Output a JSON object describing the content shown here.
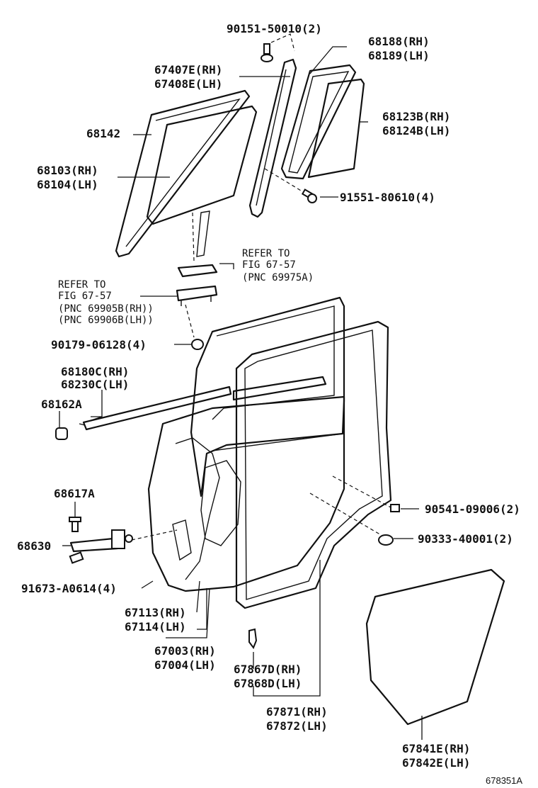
{
  "figure_code": "678351A",
  "labels": {
    "l90151": "90151-50010(2)",
    "l68188": "68188(RH)",
    "l68189": "68189(LH)",
    "l67407": "67407E(RH)",
    "l67408": "67408E(LH)",
    "l68142": "68142",
    "l68123": "68123B(RH)",
    "l68124": "68124B(LH)",
    "l68103": "68103(RH)",
    "l68104": "68104(LH)",
    "l91551": "91551-80610(4)",
    "ref1_a": "REFER TO",
    "ref1_b": "FIG 67-57",
    "ref1_c": "(PNC 69975A)",
    "ref2_a": "REFER TO",
    "ref2_b": "FIG 67-57",
    "ref2_c": "(PNC 69905B(RH))",
    "ref2_d": "(PNC 69906B(LH))",
    "l90179": "90179-06128(4)",
    "l68180": "68180C(RH)",
    "l68230": "68230C(LH)",
    "l68162": "68162A",
    "l68617": "68617A",
    "l68630": "68630",
    "l90541": "90541-09006(2)",
    "l90333": "90333-40001(2)",
    "l91673": "91673-A0614(4)",
    "l67113": "67113(RH)",
    "l67114": "67114(LH)",
    "l67003": "67003(RH)",
    "l67004": "67004(LH)",
    "l67867": "67867D(RH)",
    "l67868": "67868D(LH)",
    "l67871": "67871(RH)",
    "l67872": "67872(LH)",
    "l67841": "67841E(RH)",
    "l67842": "67842E(LH)"
  }
}
